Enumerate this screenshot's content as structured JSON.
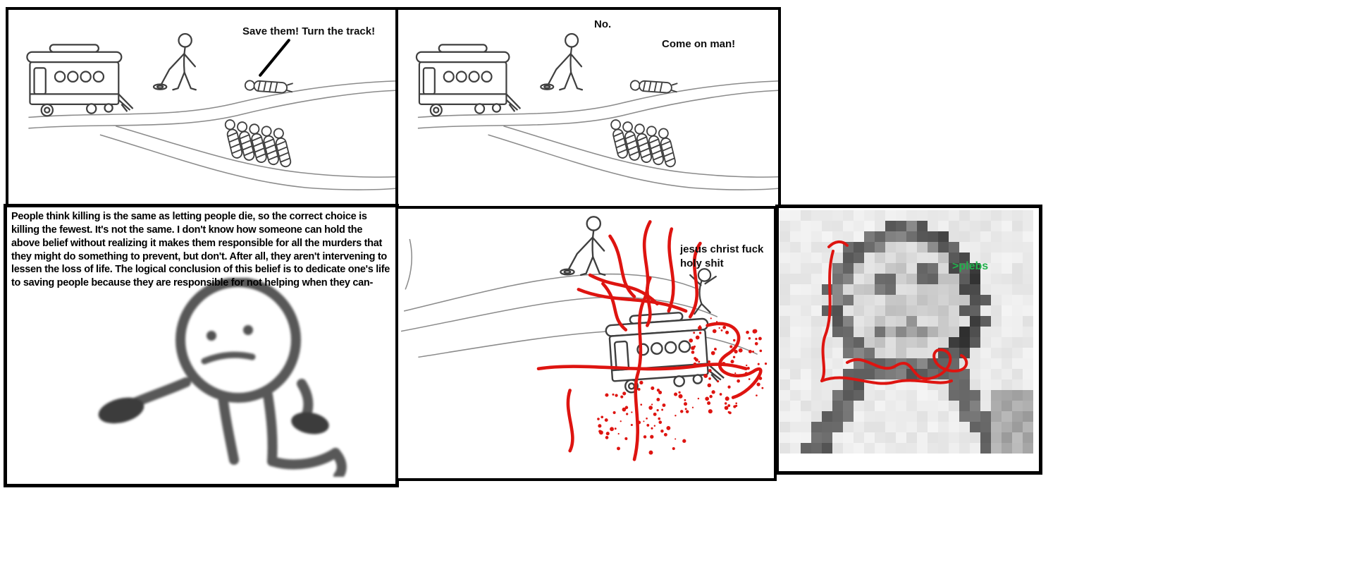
{
  "comic": {
    "panel1": {
      "speech": "Save them! Turn the track!"
    },
    "panel2": {
      "speech_reply": "No.",
      "speech_plea": "Come on man!"
    },
    "panel3": {
      "monologue": " People think killing is the same as letting people die, so the correct choice is killing the fewest. It's not the same. I don't know how someone can hold the above belief without realizing it makes them responsible for all the murders that they might do something to prevent, but don't. After all, they aren't intervening to lessen the loss of life. The logical conclusion of this belief is to dedicate one's life to saving people because they are responsible for not helping when they can-"
    },
    "panel4": {
      "exclaim_line1": "jesus christ fuck",
      "exclaim_line2": "holy shit"
    },
    "panel5": {
      "label": ">plebs"
    }
  },
  "colors": {
    "panel_border": "#000000",
    "ink": "#3f3f3f",
    "track_gray": "#8b8b8b",
    "blood_red": "#de1410",
    "plebs_green": "#22b14c",
    "background": "#ffffff"
  }
}
